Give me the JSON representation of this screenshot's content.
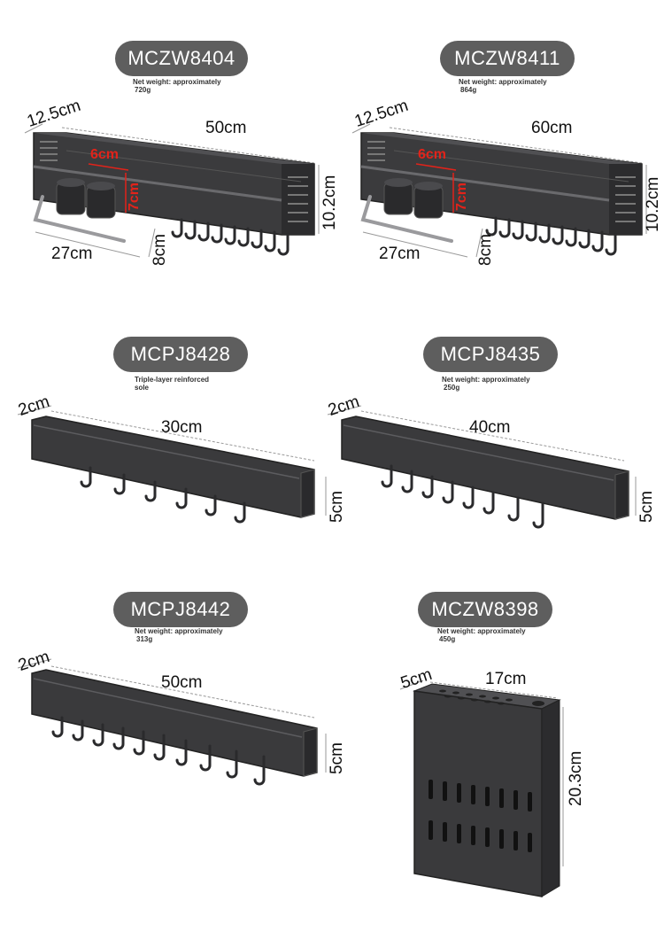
{
  "products": [
    {
      "model": "MCZW8404",
      "note": [
        "Net weight: approximately",
        "720g"
      ],
      "dims": {
        "depth": "12.5cm",
        "length": "50cm",
        "height": "10.2cm",
        "rail": "27cm",
        "hook": "8cm",
        "cup_w": "6cm",
        "cup_h": "7cm"
      }
    },
    {
      "model": "MCZW8411",
      "note": [
        "Net weight: approximately",
        "864g"
      ],
      "dims": {
        "depth": "12.5cm",
        "length": "60cm",
        "height": "10.2cm",
        "rail": "27cm",
        "hook": "8cm",
        "cup_w": "6cm",
        "cup_h": "7cm"
      }
    },
    {
      "model": "MCPJ8428",
      "note": [
        "Triple-layer reinforced",
        "sole"
      ],
      "dims": {
        "depth": "2cm",
        "length": "30cm",
        "height": "5cm"
      }
    },
    {
      "model": "MCPJ8435",
      "note": [
        "Net weight: approximately",
        "250g"
      ],
      "dims": {
        "depth": "2cm",
        "length": "40cm",
        "height": "5cm"
      }
    },
    {
      "model": "MCPJ8442",
      "note": [
        "Net weight: approximately",
        "313g"
      ],
      "dims": {
        "depth": "2cm",
        "length": "50cm",
        "height": "5cm"
      }
    },
    {
      "model": "MCZW8398",
      "note": [
        "Net weight: approximately",
        "450g"
      ],
      "dims": {
        "depth": "5cm",
        "width": "17cm",
        "height": "20.3cm"
      }
    }
  ],
  "colors": {
    "pill": "#5e5e5e",
    "metal": "#3a3a3c",
    "accent": "#e2231a"
  }
}
